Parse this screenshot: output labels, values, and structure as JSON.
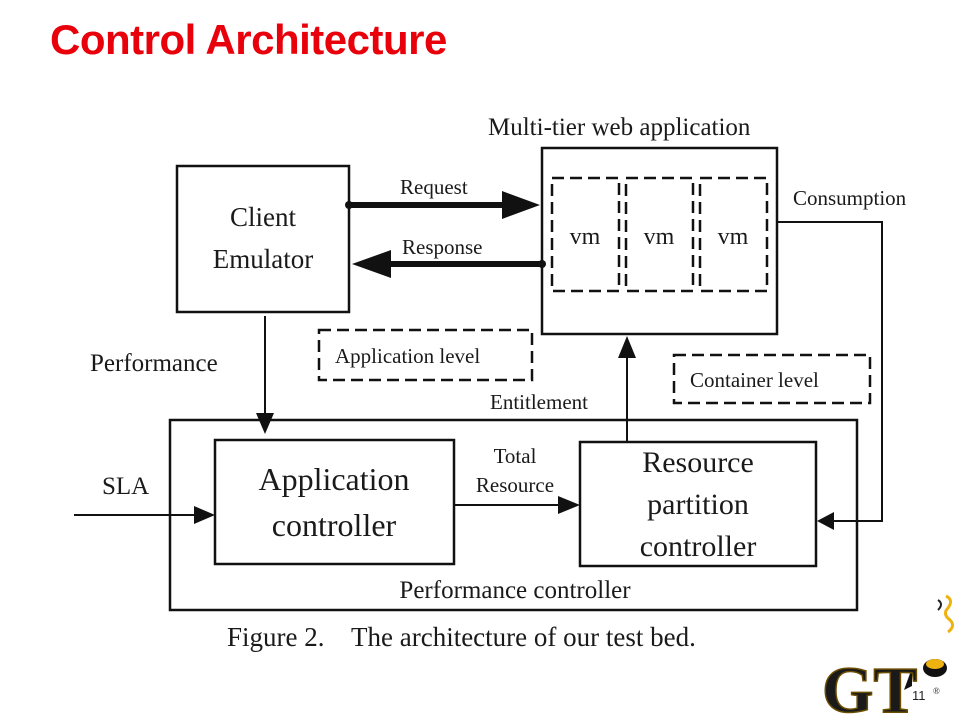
{
  "slide": {
    "title": "Control Architecture",
    "page_number": "11"
  },
  "diagram": {
    "multi_tier_label": "Multi-tier web application",
    "client_emulator": [
      "Client",
      "Emulator"
    ],
    "vm_label": "vm",
    "request_label": "Request",
    "response_label": "Response",
    "consumption_label": "Consumption",
    "performance_label": "Performance",
    "application_level_label": "Application level",
    "container_level_label": "Container level",
    "entitlement_label": "Entitlement",
    "sla_label": "SLA",
    "application_controller": [
      "Application",
      "controller"
    ],
    "total_resource_label": [
      "Total",
      "Resource"
    ],
    "resource_partition_controller": [
      "Resource",
      "partition",
      "controller"
    ],
    "performance_controller_label": "Performance controller",
    "caption": "Figure 2.    The architecture of our test bed."
  },
  "logo": {
    "text": "GT",
    "gold_color": "#EEB211",
    "registered_mark": "®"
  }
}
